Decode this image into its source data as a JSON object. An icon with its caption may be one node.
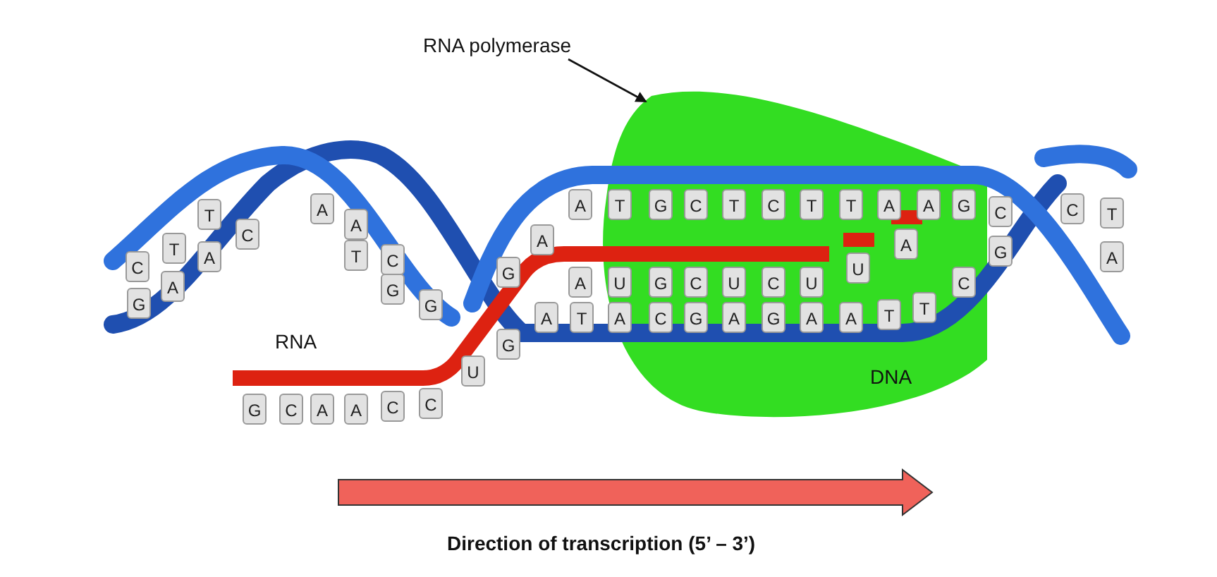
{
  "diagram": {
    "nodes": [
      {
        "text": [
          "RNA polymerase"
        ]
      },
      {
        "text": [],
        "shape": "picture"
      }
    ],
    "edges": [
      {
        "from": 0,
        "to": 1,
        "arrow": "to"
      }
    ],
    "labels": [
      "RNA",
      "DNA",
      "Direction of transcription (5’ – 3’)",
      "C",
      "G",
      "T",
      "A",
      "T",
      "A",
      "C",
      "A",
      "A",
      "T",
      "C",
      "G",
      "G",
      "G",
      "A",
      "A",
      "T",
      "G",
      "C",
      "T",
      "C",
      "T",
      "T",
      "A",
      "A",
      "G",
      "C",
      "C",
      "T",
      "A",
      "U",
      "G",
      "A",
      "A",
      "U",
      "G",
      "C",
      "U",
      "C",
      "U",
      "C",
      "A",
      "T",
      "A",
      "C",
      "G",
      "A",
      "G",
      "A",
      "A",
      "T",
      "T",
      "G",
      "C",
      "A",
      "A",
      "C",
      "C",
      "U",
      "G"
    ]
  }
}
